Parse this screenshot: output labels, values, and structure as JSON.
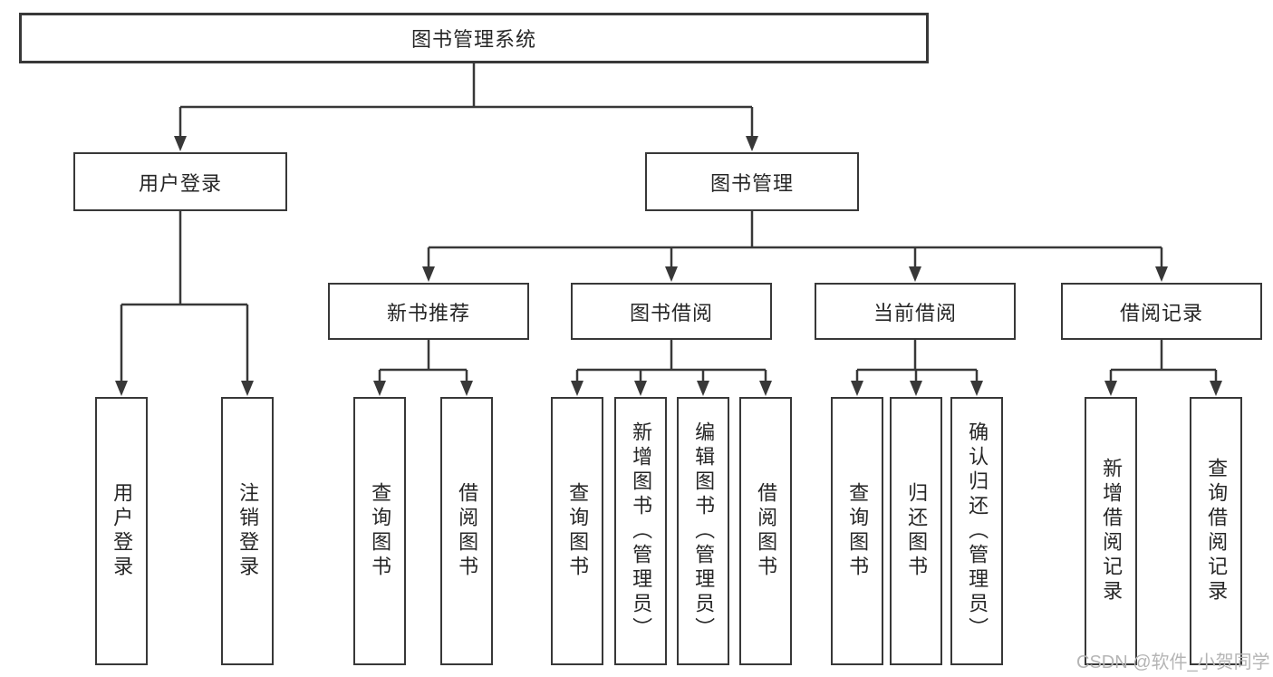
{
  "tree": {
    "label": "图书管理系统",
    "children": [
      {
        "label": "用户登录",
        "children": [
          {
            "label": "用户登录"
          },
          {
            "label": "注销登录"
          }
        ]
      },
      {
        "label": "图书管理",
        "children": [
          {
            "label": "新书推荐",
            "children": [
              {
                "label": "查询图书"
              },
              {
                "label": "借阅图书"
              }
            ]
          },
          {
            "label": "图书借阅",
            "children": [
              {
                "label": "查询图书"
              },
              {
                "label": "新增图书（管理员）"
              },
              {
                "label": "编辑图书（管理员）"
              },
              {
                "label": "借阅图书"
              }
            ]
          },
          {
            "label": "当前借阅",
            "children": [
              {
                "label": "查询图书"
              },
              {
                "label": "归还图书"
              },
              {
                "label": "确认归还（管理员）"
              }
            ]
          },
          {
            "label": "借阅记录",
            "children": [
              {
                "label": "新增借阅记录"
              },
              {
                "label": "查询借阅记录"
              }
            ]
          }
        ]
      }
    ]
  },
  "watermark": "CSDN @软件_小贺同学",
  "colors": {
    "line": "#383838",
    "box_border": "#383838",
    "text": "#262626",
    "watermark": "#b5b5b5",
    "background": "#ffffff"
  }
}
